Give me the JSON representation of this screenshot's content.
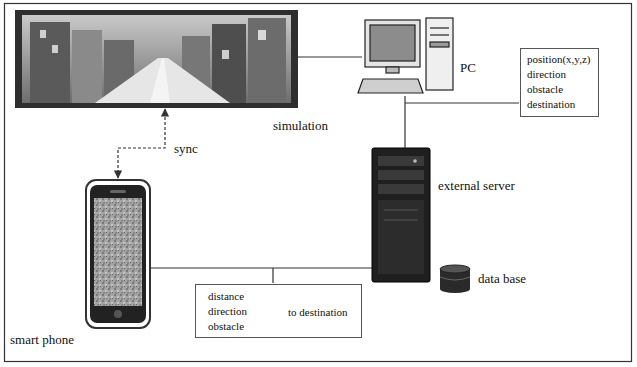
{
  "diagram": {
    "nodes": [
      {
        "text": [
          "simulation"
        ]
      },
      {
        "text": [
          "PC"
        ]
      },
      {
        "text": [
          "position(x,y,z) direction obstacle destination"
        ]
      },
      {
        "text": [
          "external server"
        ]
      },
      {
        "text": [
          "data base"
        ]
      },
      {
        "text": [
          "smart phone"
        ]
      },
      {
        "text": [
          "distance direction obstacle",
          "to destination"
        ]
      }
    ],
    "edges": [
      {
        "from": 0,
        "to": 1,
        "arrow": "none"
      },
      {
        "from": 1,
        "to": 3,
        "arrow": "none"
      },
      {
        "from": 5,
        "to": 3,
        "arrow": "none"
      },
      {
        "from": 5,
        "to": 0,
        "arrow": "both",
        "label": "sync"
      }
    ]
  }
}
